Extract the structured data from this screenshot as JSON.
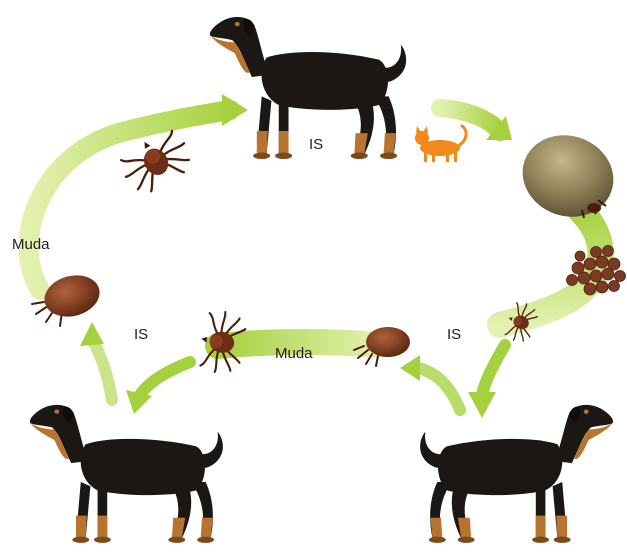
{
  "labels": {
    "is_top": "IS",
    "muda_left": "Muda",
    "is_left": "IS",
    "muda_middle": "Muda",
    "is_right": "IS"
  },
  "colors": {
    "arrow_green": "#a6d13f",
    "arrow_light": "#d9ed9c",
    "dog_black": "#1b1714",
    "dog_tan": "#b8742e",
    "tick_brown": "#6b2d16",
    "engorged_tick": "#8b7d55",
    "eggs": "#7a3a24",
    "cat": "#f08a1c"
  },
  "icons": [
    "dog",
    "tick-larva",
    "tick-nymph",
    "engorged-female-tick",
    "tick-eggs",
    "cat"
  ]
}
